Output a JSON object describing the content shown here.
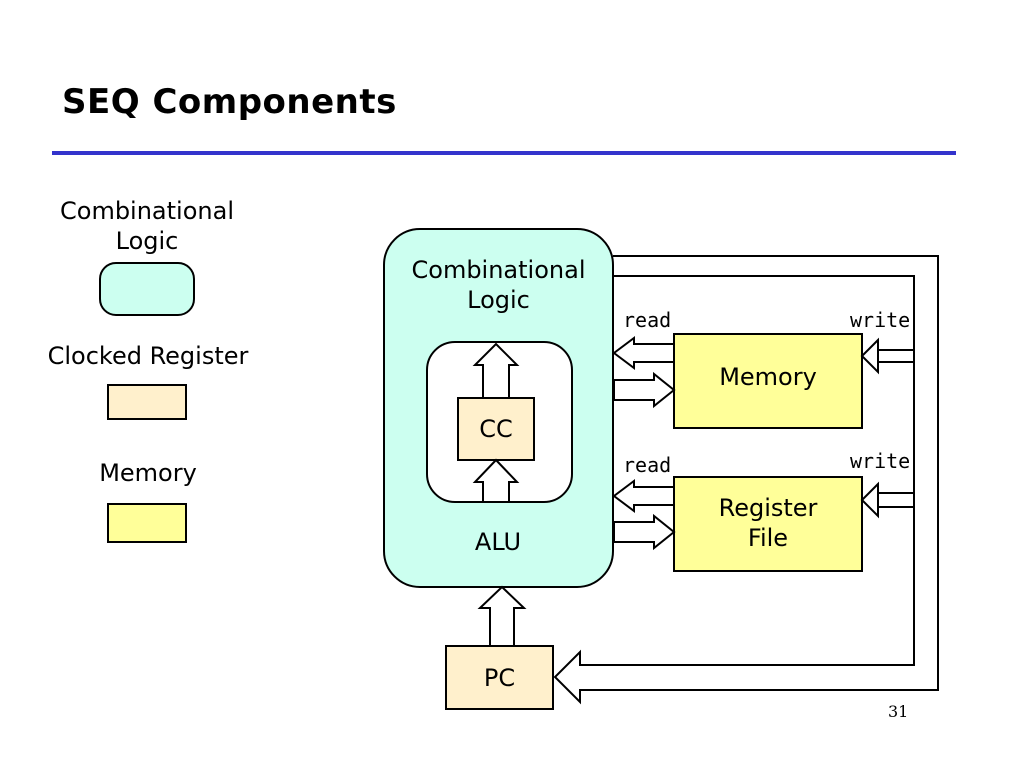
{
  "slide": {
    "title": "SEQ Components",
    "page_number": "31"
  },
  "legend": {
    "combinational_label": "Combinational\nLogic",
    "register_label": "Clocked Register",
    "memory_label": "Memory"
  },
  "diagram": {
    "comb_block_label": "Combinational\nLogic",
    "alu_label": "ALU",
    "cc_label": "CC",
    "memory_label": "Memory",
    "regfile_label": "Register\nFile",
    "pc_label": "PC",
    "mem_read": "read",
    "mem_write": "write",
    "reg_read": "read",
    "reg_write": "write"
  },
  "colors": {
    "combinational": "#ccfff0",
    "register": "#fff0cc",
    "memory": "#ffff99",
    "rule": "#3333cc"
  }
}
